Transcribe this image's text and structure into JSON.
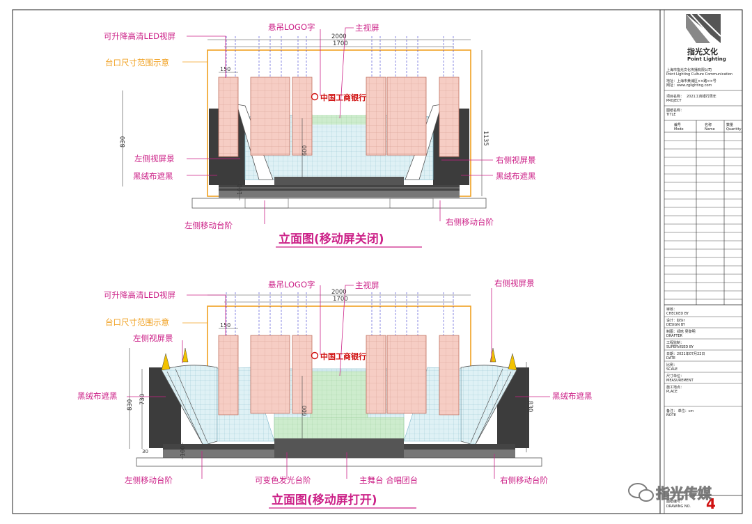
{
  "elevation_closed": {
    "title": "立面图(移动屏关闭)",
    "labels": {
      "led": "可升降高清LED视屏",
      "logo": "悬吊LOGO字",
      "main_screen": "主视屏",
      "stage_range": "台口尺寸范围示意",
      "left_screen": "左侧视屏景",
      "left_black": "黑绒布遮黑",
      "right_screen": "右侧视屏景",
      "right_black": "黑绒布遮黑",
      "left_steps": "左侧移动台阶",
      "right_steps": "右侧移动台阶"
    },
    "dims": {
      "w2000": "2000",
      "w1700": "1700",
      "w150": "150",
      "h830": "830",
      "h1135": "1135",
      "h600": "600",
      "h100": "100"
    },
    "bank_logo": "中国工商银行"
  },
  "elevation_open": {
    "title": "立面图(移动屏打开)",
    "labels": {
      "led": "可升降高清LED视屏",
      "logo": "悬吊LOGO字",
      "main_screen": "主视屏",
      "right_screen_top": "右侧视屏景",
      "stage_range": "台口尺寸范围示意",
      "left_screen": "左侧视屏景",
      "left_black": "黑绒布遮黑",
      "right_black": "黑绒布遮黑",
      "left_steps": "左侧移动台阶",
      "color_steps": "可变色发光台阶",
      "main_stage": "主舞台 合唱团台",
      "right_steps": "右侧移动台阶"
    },
    "dims": {
      "w2000": "2000",
      "w1700": "1700",
      "w150": "150",
      "h830_left": "830",
      "h730": "730",
      "h830_right": "830",
      "h600": "600",
      "h30": "30",
      "h100": "100"
    },
    "bank_logo": "中国工商银行"
  },
  "title_block": {
    "brand": "指光文化",
    "brand_en": "Point Lighting",
    "company_cn": "上海市指光文化传播有限公司",
    "company_en": "Point Lighting Culture Communication",
    "address": "地址：上海市黄浦区××路××号",
    "website": "网址：www.zglighting.com",
    "project_label": "项目名称：",
    "project_name": "2021工商银行周年",
    "project_en": "PROJECT",
    "drawing_name_label": "图纸名称：",
    "drawing_name_en": "TITLE",
    "table_headers": [
      {
        "cn": "编号",
        "en": "Mode"
      },
      {
        "cn": "名称",
        "en": "Name"
      },
      {
        "cn": "数量",
        "en": "Quantity"
      }
    ],
    "fields": [
      {
        "cn": "审核：",
        "en": "CHECKED BY"
      },
      {
        "cn": "设计：赵Sir",
        "en": "DESIGN BY"
      },
      {
        "cn": "制图：郑晗 吴黎明",
        "en": "DRAFTER"
      },
      {
        "cn": "工程监制：",
        "en": "SUPERVISED BY"
      },
      {
        "cn": "日期：2021年07月22日",
        "en": "DATE"
      },
      {
        "cn": "比例：",
        "en": "SCALE"
      },
      {
        "cn": "尺寸单位：",
        "en": "MEASUREMENT"
      },
      {
        "cn": "施工地点：",
        "en": "PLACE"
      },
      {
        "cn": "备注：          单位：cm",
        "en": "NOTE"
      }
    ],
    "drawing_no_label": "图纸编号：",
    "drawing_no_en": "DRAWING NO.",
    "drawing_no": "4"
  },
  "watermark": "指光传媒"
}
